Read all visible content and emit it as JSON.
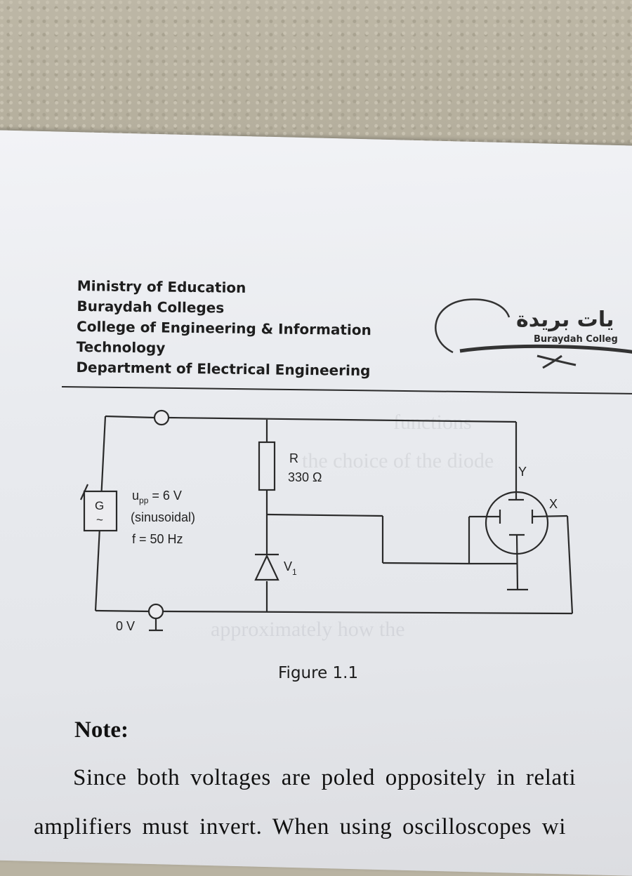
{
  "header": {
    "line1": "Ministry of Education",
    "line2": "Buraydah Colleges",
    "line3": "College of Engineering & Information",
    "line4": "Technology",
    "line5": "Department of Electrical Engineering"
  },
  "logo": {
    "arabic": "يات بريدة",
    "english": "Buraydah Colleg"
  },
  "circuit": {
    "generator_g": "G",
    "generator_tilde": "~",
    "voltage_label": "u",
    "voltage_sub": "pp",
    "voltage_value": " = 6 V",
    "waveform": "(sinusoidal)",
    "frequency": "f = 50 Hz",
    "resistor_name": "R",
    "resistor_value": "330 Ω",
    "diode_label": "V",
    "diode_sub": "1",
    "scope_y": "Y",
    "scope_x": "X",
    "ground_label": "0 V"
  },
  "caption": "Figure 1.1",
  "note_heading": "Note:",
  "body": {
    "line1": "Since both voltages are poled oppositely in relati",
    "line2": "amplifiers must invert. When using oscilloscopes wi"
  }
}
